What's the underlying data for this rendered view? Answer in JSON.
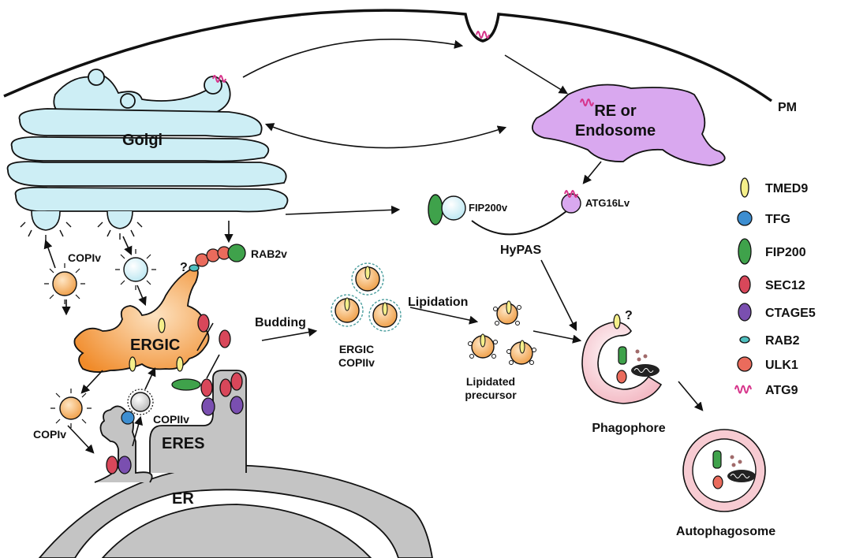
{
  "labels": {
    "pm": "PM",
    "golgi": "Golgi",
    "re_endosome_line1": "RE or",
    "re_endosome_line2": "Endosome",
    "fip200v": "FIP200v",
    "atg16lv": "ATG16Lv",
    "hypas": "HyPAS",
    "copiv_top": "COPIv",
    "copiv_bottom": "COPIv",
    "copiiv": "COPIIv",
    "rab2v": "RAB2v",
    "question_rab": "?",
    "question_phagophore": "?",
    "ergic": "ERGIC",
    "eres": "ERES",
    "er": "ER",
    "budding": "Budding",
    "ergic_copiiv_line1": "ERGIC",
    "ergic_copiiv_line2": "COPIIv",
    "lipidation": "Lipidation",
    "lipidated_line1": "Lipidated",
    "lipidated_line2": "precursor",
    "phagophore": "Phagophore",
    "autophagosome": "Autophagosome"
  },
  "legend": [
    {
      "name": "TMED9",
      "icon": "tmed9-icon",
      "color": "#f5ef8a"
    },
    {
      "name": "TFG",
      "icon": "tfg-icon",
      "color": "#3d8ed1"
    },
    {
      "name": "FIP200",
      "icon": "fip200-icon",
      "color": "#3fa24b"
    },
    {
      "name": "SEC12",
      "icon": "sec12-icon",
      "color": "#d8475a"
    },
    {
      "name": "CTAGE5",
      "icon": "ctage5-icon",
      "color": "#7a4fb0"
    },
    {
      "name": "RAB2",
      "icon": "rab2-icon",
      "color": "#4fc0c0"
    },
    {
      "name": "ULK1",
      "icon": "ulk1-icon",
      "color": "#ea6b5c"
    },
    {
      "name": "ATG9",
      "icon": "atg9-icon",
      "color": "#d6338a"
    }
  ],
  "colors": {
    "golgi": "#cdeef5",
    "endosome": "#d9a8ef",
    "ergic": "#f39a3c",
    "er": "#bfbfbf",
    "vesicle": "#f5b877",
    "phagophore": "#f7cbd2"
  }
}
